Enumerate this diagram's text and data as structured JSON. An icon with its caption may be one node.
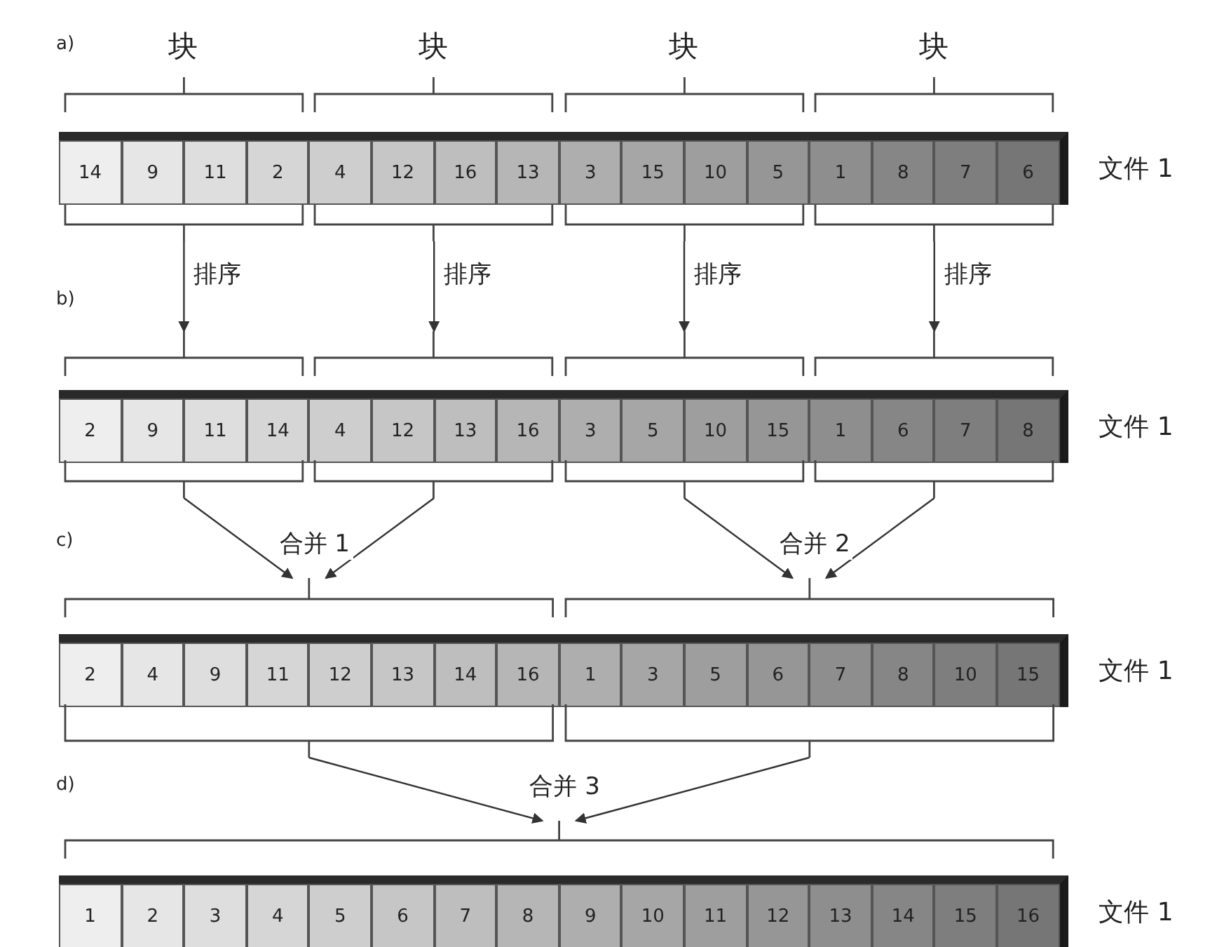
{
  "diagram": {
    "nodes": [
      {
        "text": [],
        "shape": "bracket",
        "beside": [
          "块"
        ]
      },
      {
        "text": [],
        "shape": "bracket",
        "beside": [
          "块"
        ]
      },
      {
        "text": [],
        "shape": "bracket",
        "beside": [
          "块"
        ]
      },
      {
        "text": [],
        "shape": "bracket",
        "beside": [
          "块"
        ]
      },
      {
        "text": [],
        "shape": "bar",
        "beside": [
          "文件 1"
        ]
      },
      {
        "text": [
          "14"
        ],
        "in": 4
      },
      {
        "text": [
          "9"
        ],
        "in": 4
      },
      {
        "text": [
          "11"
        ],
        "in": 4
      },
      {
        "text": [
          "2"
        ],
        "in": 4
      },
      {
        "text": [
          "4"
        ],
        "in": 4
      },
      {
        "text": [
          "12"
        ],
        "in": 4
      },
      {
        "text": [
          "16"
        ],
        "in": 4
      },
      {
        "text": [
          "13"
        ],
        "in": 4
      },
      {
        "text": [
          "3"
        ],
        "in": 4
      },
      {
        "text": [
          "15"
        ],
        "in": 4
      },
      {
        "text": [
          "10"
        ],
        "in": 4
      },
      {
        "text": [
          "5"
        ],
        "in": 4
      },
      {
        "text": [
          "1"
        ],
        "in": 4
      },
      {
        "text": [
          "8"
        ],
        "in": 4
      },
      {
        "text": [
          "7"
        ],
        "in": 4
      },
      {
        "text": [
          "6"
        ],
        "in": 4
      },
      {
        "text": [],
        "shape": "bracket"
      },
      {
        "text": [],
        "shape": "bracket"
      },
      {
        "text": [],
        "shape": "bracket"
      },
      {
        "text": [],
        "shape": "bracket"
      },
      {
        "text": [],
        "shape": "bracket"
      },
      {
        "text": [],
        "shape": "bracket"
      },
      {
        "text": [],
        "shape": "bracket"
      },
      {
        "text": [],
        "shape": "bracket"
      },
      {
        "text": [],
        "shape": "bar",
        "beside": [
          "文件 1"
        ]
      },
      {
        "text": [
          "2"
        ],
        "in": 29
      },
      {
        "text": [
          "9"
        ],
        "in": 29
      },
      {
        "text": [
          "11"
        ],
        "in": 29
      },
      {
        "text": [
          "14"
        ],
        "in": 29
      },
      {
        "text": [
          "4"
        ],
        "in": 29
      },
      {
        "text": [
          "12"
        ],
        "in": 29
      },
      {
        "text": [
          "13"
        ],
        "in": 29
      },
      {
        "text": [
          "16"
        ],
        "in": 29
      },
      {
        "text": [
          "3"
        ],
        "in": 29
      },
      {
        "text": [
          "5"
        ],
        "in": 29
      },
      {
        "text": [
          "10"
        ],
        "in": 29
      },
      {
        "text": [
          "15"
        ],
        "in": 29
      },
      {
        "text": [
          "1"
        ],
        "in": 29
      },
      {
        "text": [
          "6"
        ],
        "in": 29
      },
      {
        "text": [
          "7"
        ],
        "in": 29
      },
      {
        "text": [
          "8"
        ],
        "in": 29
      },
      {
        "text": [],
        "shape": "bracket"
      },
      {
        "text": [],
        "shape": "bracket"
      },
      {
        "text": [],
        "shape": "bracket"
      },
      {
        "text": [],
        "shape": "bracket"
      },
      {
        "text": [],
        "shape": "bracket"
      },
      {
        "text": [],
        "shape": "bracket"
      },
      {
        "text": [],
        "shape": "bar",
        "beside": [
          "文件 1"
        ]
      },
      {
        "text": [
          "2"
        ],
        "in": 52
      },
      {
        "text": [
          "4"
        ],
        "in": 52
      },
      {
        "text": [
          "9"
        ],
        "in": 52
      },
      {
        "text": [
          "11"
        ],
        "in": 52
      },
      {
        "text": [
          "12"
        ],
        "in": 52
      },
      {
        "text": [
          "13"
        ],
        "in": 52
      },
      {
        "text": [
          "14"
        ],
        "in": 52
      },
      {
        "text": [
          "16"
        ],
        "in": 52
      },
      {
        "text": [
          "1"
        ],
        "in": 52
      },
      {
        "text": [
          "3"
        ],
        "in": 52
      },
      {
        "text": [
          "5"
        ],
        "in": 52
      },
      {
        "text": [
          "6"
        ],
        "in": 52
      },
      {
        "text": [
          "7"
        ],
        "in": 52
      },
      {
        "text": [
          "8"
        ],
        "in": 52
      },
      {
        "text": [
          "10"
        ],
        "in": 52
      },
      {
        "text": [
          "15"
        ],
        "in": 52
      },
      {
        "text": [],
        "shape": "bracket"
      },
      {
        "text": [],
        "shape": "bracket"
      },
      {
        "text": [],
        "shape": "bracket"
      },
      {
        "text": [],
        "shape": "bar",
        "beside": [
          "文件 1"
        ]
      },
      {
        "text": [
          "1"
        ],
        "in": 72
      },
      {
        "text": [
          "2"
        ],
        "in": 72
      },
      {
        "text": [
          "3"
        ],
        "in": 72
      },
      {
        "text": [
          "4"
        ],
        "in": 72
      },
      {
        "text": [
          "5"
        ],
        "in": 72
      },
      {
        "text": [
          "6"
        ],
        "in": 72
      },
      {
        "text": [
          "7"
        ],
        "in": 72
      },
      {
        "text": [
          "8"
        ],
        "in": 72
      },
      {
        "text": [
          "9"
        ],
        "in": 72
      },
      {
        "text": [
          "10"
        ],
        "in": 72
      },
      {
        "text": [
          "11"
        ],
        "in": 72
      },
      {
        "text": [
          "12"
        ],
        "in": 72
      },
      {
        "text": [
          "13"
        ],
        "in": 72
      },
      {
        "text": [
          "14"
        ],
        "in": 72
      },
      {
        "text": [
          "15"
        ],
        "in": 72
      },
      {
        "text": [
          "16"
        ],
        "in": 72
      }
    ],
    "edges": [
      {
        "from": 21,
        "to": 25,
        "arrow": "to",
        "label": "排序"
      },
      {
        "from": 22,
        "to": 26,
        "arrow": "to",
        "label": "排序"
      },
      {
        "from": 23,
        "to": 27,
        "arrow": "to",
        "label": "排序"
      },
      {
        "from": 24,
        "to": 28,
        "arrow": "to",
        "label": "排序"
      },
      {
        "from": 46,
        "to": 50,
        "arrow": "to",
        "label": "合并 1"
      },
      {
        "from": 47,
        "to": 50,
        "arrow": "to"
      },
      {
        "from": 48,
        "to": 51,
        "arrow": "to",
        "label": "合并 2"
      },
      {
        "from": 49,
        "to": 51,
        "arrow": "to"
      },
      {
        "from": 69,
        "to": 71,
        "arrow": "to",
        "label": "合并 3"
      },
      {
        "from": 70,
        "to": 71,
        "arrow": "to"
      }
    ],
    "labels": [
      "a)",
      "b)",
      "c)",
      "d)"
    ]
  }
}
